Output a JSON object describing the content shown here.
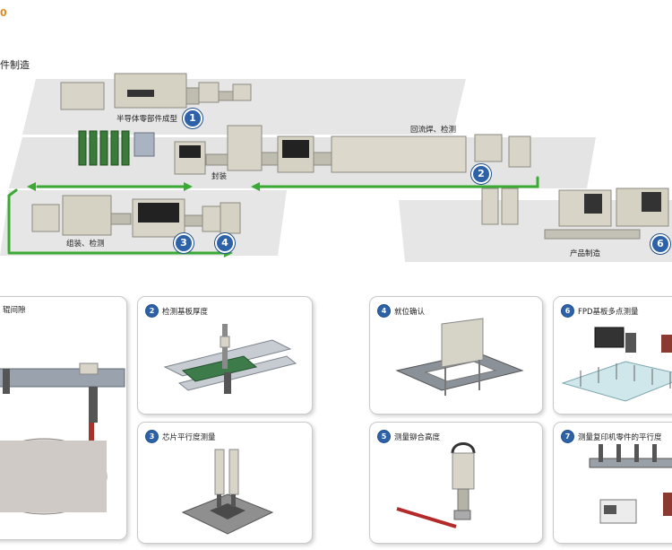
{
  "header": {
    "corner_mark": "0",
    "section_title": "件制造"
  },
  "line_labels": {
    "semiconductor": "半导体零部件成型",
    "reflow": "回流焊、检测",
    "package": "封装",
    "assembly": "组装、检测",
    "product": "产品制造"
  },
  "badges": [
    "1",
    "2",
    "3",
    "4",
    "6"
  ],
  "cards": [
    {
      "num": "",
      "title": "辊间隙"
    },
    {
      "num": "2",
      "title": "检测基板厚度"
    },
    {
      "num": "3",
      "title": "芯片平行度测量"
    },
    {
      "num": "4",
      "title": "就位确认"
    },
    {
      "num": "5",
      "title": "测量铆合高度"
    },
    {
      "num": "6",
      "title": "FPD基板多点测量"
    },
    {
      "num": "7",
      "title": "测量复印机零件的平行度"
    }
  ],
  "colors": {
    "badge": "#2d62a8",
    "arrow": "#3aaa35",
    "platform": "#e4e4e4",
    "accent": "#e08a1e"
  },
  "icons": [
    "roller-icon",
    "sensor-icon",
    "conveyor-icon",
    "chip-icon",
    "frame-icon",
    "crimp-icon",
    "monitor-icon",
    "grid-icon"
  ]
}
